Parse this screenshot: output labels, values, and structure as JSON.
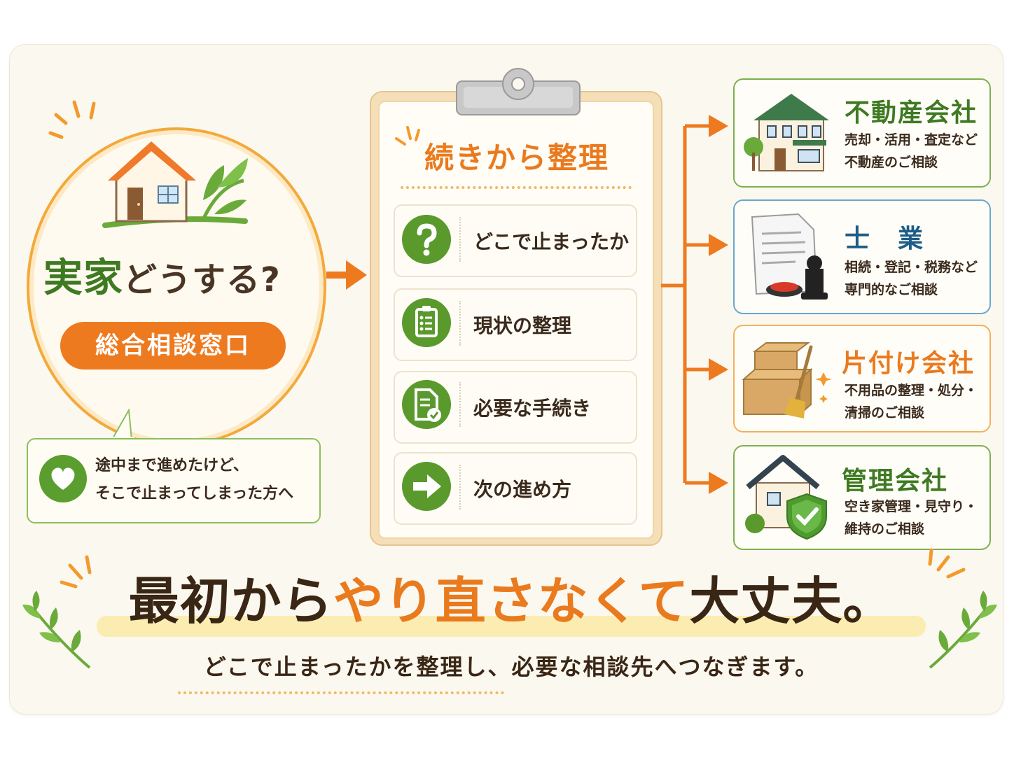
{
  "left": {
    "title_green": "実家",
    "title_rest": "どうする?",
    "pill": "総合相談窓口",
    "speech_line1": "途中まで進めたけど、",
    "speech_line2": "そこで止まってしまった方へ"
  },
  "clipboard": {
    "title": "続きから整理",
    "steps": [
      {
        "label": "どこで止まったか",
        "icon": "question-icon"
      },
      {
        "label": "現状の整理",
        "icon": "checklist-icon"
      },
      {
        "label": "必要な手続き",
        "icon": "document-check-icon"
      },
      {
        "label": "次の進め方",
        "icon": "arrow-right-icon"
      }
    ]
  },
  "cards": [
    {
      "title": "不動産会社",
      "line1": "売却・活用・査定など",
      "line2": "不動産のご相談",
      "color": "#3e7a22",
      "border": "#7db04e"
    },
    {
      "title": "士　業",
      "line1": "相続・登記・税務など",
      "line2": "専門的なご相談",
      "color": "#1d5d87",
      "border": "#6aa7cf"
    },
    {
      "title": "片付け会社",
      "line1": "不用品の整理・処分・",
      "line2": "清掃のご相談",
      "color": "#ea7a1e",
      "border": "#f2b25a"
    },
    {
      "title": "管理会社",
      "line1": "空き家管理・見守り・",
      "line2": "維持のご相談",
      "color": "#3e7a22",
      "border": "#7db04e"
    }
  ],
  "bottom": {
    "head_a": "最初から",
    "head_b": "やり直さなくて",
    "head_c": "大丈夫。",
    "sub": "どこで止まったかを整理し、必要な相談先へつなぎます。"
  },
  "colors": {
    "orange": "#ea7a1e",
    "green": "#5a9a2c",
    "brown": "#3a2615",
    "blue": "#1d5d87"
  }
}
